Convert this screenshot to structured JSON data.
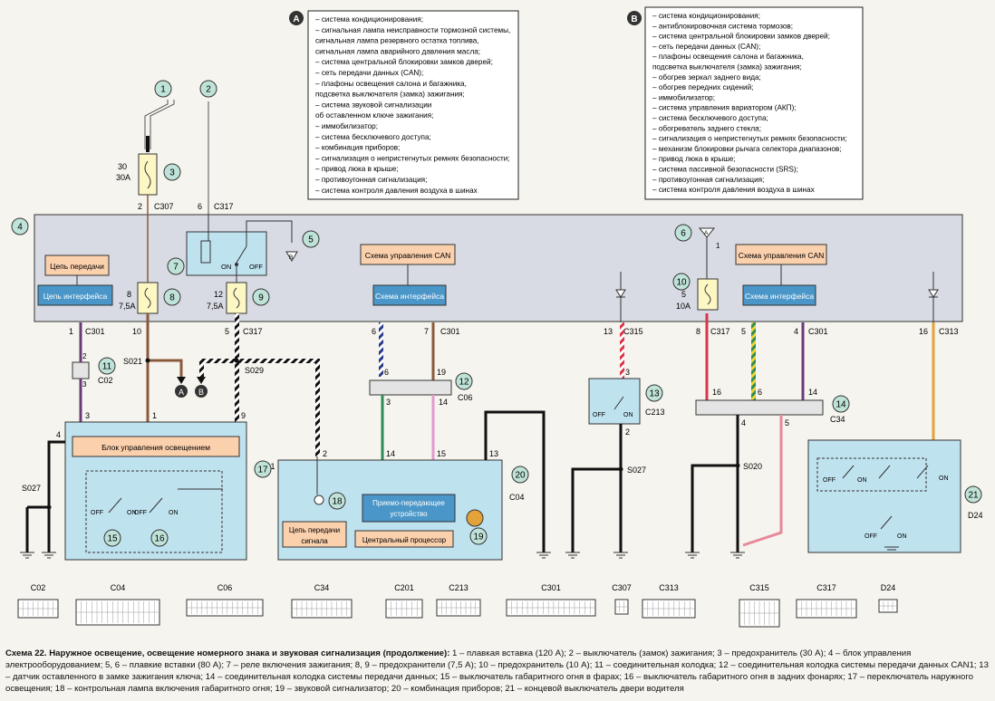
{
  "colors": {
    "page_bg": "#f6f4ee",
    "module_bg": "#d8dbe3",
    "light_blue": "#bfe2ef",
    "orange_box": "#fbd0ad",
    "dark_blue_box": "#4a96c8",
    "fuse_yellow": "#fdf7c4",
    "callout_fill": "#bfe3d8",
    "wire_red": "#d8364a",
    "wire_brown": "#8b5a3c",
    "wire_violet": "#6a3a78",
    "wire_green": "#2e8b57",
    "wire_pink": "#e49ad0",
    "wire_orange": "#e4a23a",
    "wire_pink2": "#e7899a"
  },
  "legend_A": {
    "marker": "A",
    "items": [
      "– система кондиционирования;",
      "– сигнальная лампа неисправности тормозной системы,",
      "   сигнальная лампа резервного остатка топлива,",
      "   сигнальная лампа аварийного давления масла;",
      "– система центральной блокировки замков дверей;",
      "– сеть передачи данных (CAN);",
      "– плафоны освещения салона и багажника,",
      "   подсветка выключателя (замка) зажигания;",
      "– система звуковой сигнализации",
      "   об оставленном ключе зажигания;",
      "– иммобилизатор;",
      "– система бесключевого доступа;",
      "– комбинация приборов;",
      "– сигнализация о непристегнутых ремнях безопасности;",
      "– привод люка в крыше;",
      "– противоугонная сигнализация;",
      "– система контроля давления воздуха в шинах"
    ]
  },
  "legend_B": {
    "marker": "B",
    "items": [
      "– система кондиционирования;",
      "– антиблокировочная система тормозов;",
      "– система центральной блокировки замков дверей;",
      "– сеть передачи данных (CAN);",
      "– плафоны освещения салона и багажника,",
      "   подсветка выключателя (замка) зажигания;",
      "– обогрев зеркал заднего вида;",
      "– обогрев передних сидений;",
      "– иммобилизатор;",
      "– система управления вариатором (АКП);",
      "– система бесключевого доступа;",
      "– обогреватель заднего стекла;",
      "– сигнализация о непристегнутых ремнях безопасности;",
      "– механизм блокировки рычага селектора диапазонов;",
      "– привод люка в крыше;",
      "– система пассивной безопасности (SRS);",
      "– противоугонная сигнализация;",
      "– система контроля давления воздуха в шинах"
    ]
  },
  "labels": {
    "fuse3_rating": "30",
    "fuse3_amps": "30A",
    "fuse8_rating": "8",
    "fuse8_amps": "7,5A",
    "fuse9_rating": "12",
    "fuse9_amps": "7,5A",
    "fuse10_rating": "5",
    "fuse10_amps": "10A",
    "tx_circuit": "Цепь передачи",
    "interface_circuit": "Цепь интерфейса",
    "can_control": "Схема управления CAN",
    "can_interface": "Схема интерфейса",
    "can_control2": "Схема управления CAN",
    "can_interface2": "Схема интерфейса",
    "lighting_unit": "Блок управления освещением",
    "transceiver_l1": "Приемо-передающее",
    "transceiver_l2": "устройство",
    "signal_tx_l1": "Цепь передачи",
    "signal_tx_l2": "сигнала",
    "cpu": "Центральный процессор",
    "on": "ON",
    "off": "OFF"
  },
  "connector_names": {
    "c307": "C307",
    "c317": "C317",
    "c301": "C301",
    "c315": "C315",
    "c313": "C313",
    "c02": "C02",
    "c06": "C06",
    "c213": "C213",
    "c34": "C34",
    "c201": "C201",
    "c04": "C04",
    "d24": "D24",
    "s021": "S021",
    "s029": "S029",
    "s027": "S027",
    "s027b": "S027",
    "s020": "S020"
  },
  "callouts": [
    "1",
    "2",
    "3",
    "4",
    "5",
    "6",
    "7",
    "8",
    "9",
    "10",
    "11",
    "12",
    "13",
    "14",
    "15",
    "16",
    "17",
    "18",
    "19",
    "20",
    "21"
  ],
  "pins": {
    "p2": "2",
    "p6": "6",
    "p1": "1",
    "p10": "10",
    "p5": "5",
    "p6b": "6",
    "p7": "7",
    "p13": "13",
    "p8": "8",
    "p5b": "5",
    "p4": "4",
    "p16": "16",
    "p2b": "2",
    "p3": "3",
    "p3b": "3",
    "p1b": "1",
    "p9": "9",
    "p4b": "4",
    "p6c": "6",
    "p19": "19",
    "p3c": "3",
    "p14": "14",
    "p3d": "3",
    "p2c": "2",
    "p16b": "16",
    "p6d": "6",
    "p14b": "14",
    "p4c": "4",
    "p5c": "5",
    "p2d": "2",
    "p14c": "14",
    "p15": "15",
    "p13b": "13"
  },
  "bottom_connectors": [
    "C02",
    "C04",
    "C06",
    "C34",
    "C201",
    "C213",
    "C301",
    "C307",
    "C313",
    "C315",
    "C317",
    "D24"
  ],
  "caption": {
    "title": "Схема 22. Наружное освещение, освещение номерного знака и звуковая сигнализация (продолжение):",
    "text": " 1 – плавкая вставка (120 А); 2 – выключатель (замок) зажигания; 3 – предохранитель (30 А); 4 – блок управления электрооборудованием; 5, 6 – плавкие вставки (80 А); 7 – реле включения зажигания; 8, 9 – предохранители (7,5 А); 10 – предохранитель (10 А); 11 – соединительная колодка; 12 – соединительная колодка системы передачи данных CAN1; 13 – датчик оставленного в замке зажигания ключа; 14 – соединительная колодка системы передачи данных; 15 – выключатель габаритного огня в фарах; 16 – выключатель габаритного огня в задних фонарях; 17 – переключатель наружного освещения; 18 – контрольная лампа включения габаритного огня; 19 – звуковой сигнализатор; 20 – комбинация приборов; 21 – концевой выключатель двери водителя"
  }
}
